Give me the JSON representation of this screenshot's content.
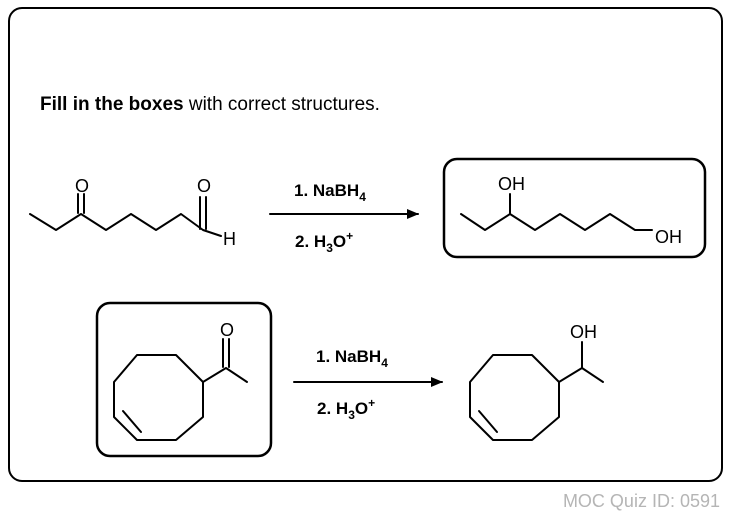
{
  "instruction": {
    "bold": "Fill in the boxes",
    "rest": " with correct structures."
  },
  "reaction_1": {
    "step1": "1. NaBH",
    "step1_sub": "4",
    "step2": "2. H",
    "step2_sub": "3",
    "step2_tail": "O",
    "step2_sup": "+"
  },
  "reaction_2": {
    "step1": "1. NaBH",
    "step1_sub": "4",
    "step2": "2. H",
    "step2_sub": "3",
    "step2_tail": "O",
    "step2_sup": "+"
  },
  "atoms": {
    "oxygen": "O",
    "hydrogen": "H",
    "hydroxyl": "OH"
  },
  "quiz_id": "MOC Quiz ID: 0591"
}
